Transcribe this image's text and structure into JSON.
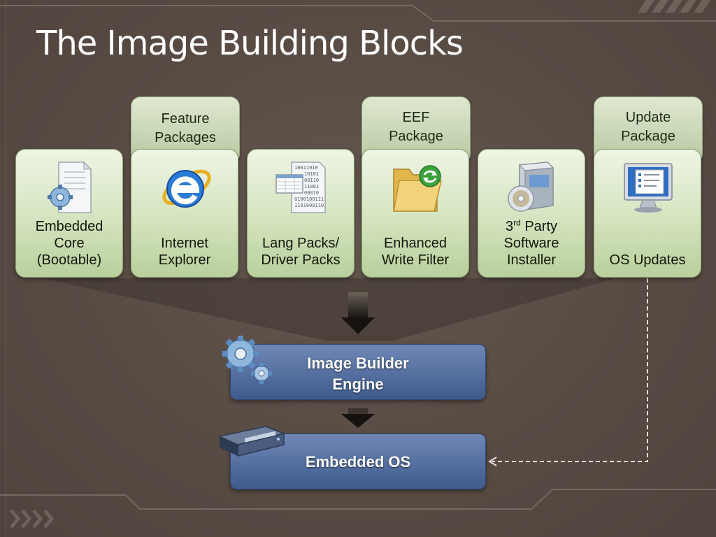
{
  "title": "The Image Building Blocks",
  "tabs": [
    {
      "line1": "Feature",
      "line2": "Packages"
    },
    {
      "line1": "EEF",
      "line2": "Package"
    },
    {
      "line1": "Update",
      "line2": "Package"
    }
  ],
  "cards": [
    {
      "icon": "gear-document-icon",
      "line1": "Embedded",
      "line2": "Core",
      "line3": "(Bootable)"
    },
    {
      "icon": "internet-explorer-icon",
      "line1": "Internet",
      "line2": "Explorer"
    },
    {
      "icon": "binary-document-icon",
      "line1": "Lang Packs/",
      "line2": "Driver Packs"
    },
    {
      "icon": "folder-refresh-icon",
      "line1": "Enhanced",
      "line2": "Write Filter"
    },
    {
      "icon": "software-installer-icon",
      "line1_num": "3",
      "line1_sup": "rd",
      "line1_rest": " Party",
      "line2": "Software",
      "line3": "Installer"
    },
    {
      "icon": "monitor-updates-icon",
      "line1": "OS Updates"
    }
  ],
  "engine": {
    "line1": "Image Builder",
    "line2": "Engine"
  },
  "os": {
    "label": "Embedded OS"
  },
  "binary_text": [
    "10011010",
    "10101",
    "00110",
    "11001",
    "00010",
    "0100100111",
    "1101000110"
  ],
  "colors": {
    "background": "#5a4d45",
    "card_green": "#d4e4bf",
    "box_blue": "#4f6a9c",
    "dashed_line": "#e8e2da"
  }
}
